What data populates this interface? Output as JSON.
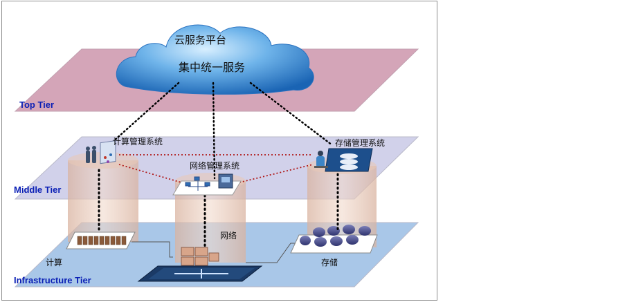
{
  "cloud": {
    "title": "云服务平台",
    "subtitle": "集中统一服务"
  },
  "tiers": {
    "top": "Top Tier",
    "middle": "Middle Tier",
    "infrastructure": "Infrastructure Tier"
  },
  "management": {
    "compute": "计算管理系统",
    "network": "网络管理系统",
    "storage": "存储管理系统"
  },
  "resources": {
    "compute": "计算",
    "network": "网络",
    "storage": "存储"
  },
  "colors": {
    "top_tier": "#d4a5b8",
    "middle_tier": "#c8c8e4",
    "infra_tier": "#a9c7e8",
    "cylinder": "#e6c3b1",
    "cloud": "#5aa6e2",
    "tier_label": "#0a1fb5"
  }
}
